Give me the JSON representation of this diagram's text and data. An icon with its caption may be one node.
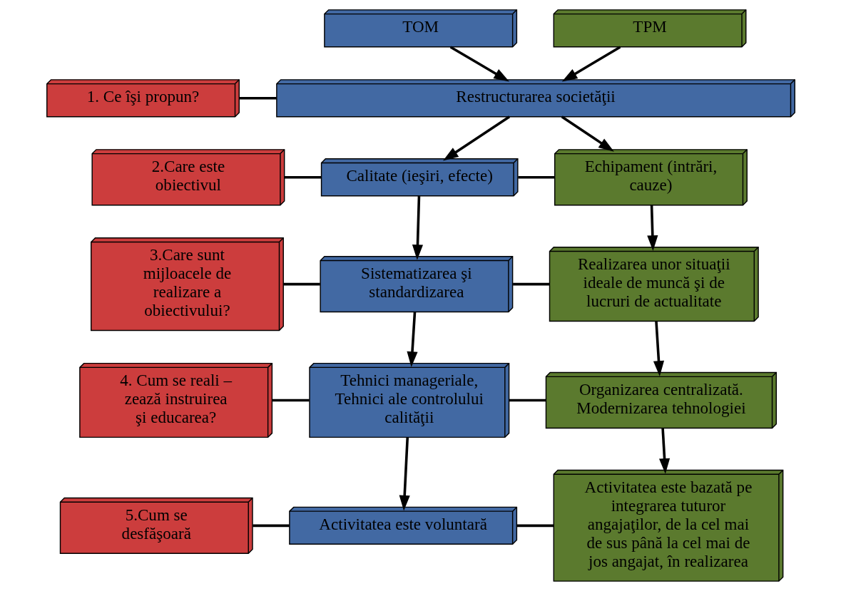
{
  "diagram": {
    "nodes": [
      {
        "text": [
          "TOM"
        ]
      },
      {
        "text": [
          "TPM"
        ]
      },
      {
        "text": [
          "1. Ce îşi propun?"
        ]
      },
      {
        "text": [
          "Restructurarea societăţii"
        ]
      },
      {
        "text": [
          "2.Care este obiectivul"
        ]
      },
      {
        "text": [
          "Calitate (ieşiri, efecte)"
        ]
      },
      {
        "text": [
          "Echipament (intrări, cauze)"
        ]
      },
      {
        "text": [
          "3.Care sunt mijloacele de realizare a obiectivului?"
        ]
      },
      {
        "text": [
          "Sistematizarea şi standardizarea"
        ]
      },
      {
        "text": [
          "Realizarea unor situaţii ideale de muncă şi de lucruri de actualitate"
        ]
      },
      {
        "text": [
          "4. Cum se reali – zează instruirea şi educarea?"
        ]
      },
      {
        "text": [
          "Tehnici manageriale, Tehnici ale controlului calităţii"
        ]
      },
      {
        "text": [
          "Organizarea centralizată. Modernizarea tehnologiei"
        ]
      },
      {
        "text": [
          "5.Cum se desfăşoară"
        ]
      },
      {
        "text": [
          "Activitatea este voluntară"
        ]
      },
      {
        "text": [
          "Activitatea este bazată pe integrarea tuturor angajaţilor, de la cel mai de sus până la cel mai de jos angajat, în realizarea"
        ]
      }
    ],
    "edges": [
      {
        "from": 0,
        "to": 3,
        "arrow": "to"
      },
      {
        "from": 1,
        "to": 3,
        "arrow": "to"
      },
      {
        "from": 2,
        "to": 3,
        "arrow": "none"
      },
      {
        "from": 3,
        "to": 5,
        "arrow": "to"
      },
      {
        "from": 3,
        "to": 6,
        "arrow": "to"
      },
      {
        "from": 4,
        "to": 5,
        "arrow": "none"
      },
      {
        "from": 5,
        "to": 6,
        "arrow": "none"
      },
      {
        "from": 5,
        "to": 8,
        "arrow": "to"
      },
      {
        "from": 6,
        "to": 9,
        "arrow": "to"
      },
      {
        "from": 7,
        "to": 8,
        "arrow": "none"
      },
      {
        "from": 8,
        "to": 9,
        "arrow": "none"
      },
      {
        "from": 8,
        "to": 11,
        "arrow": "to"
      },
      {
        "from": 9,
        "to": 12,
        "arrow": "to"
      },
      {
        "from": 10,
        "to": 11,
        "arrow": "none"
      },
      {
        "from": 11,
        "to": 12,
        "arrow": "none"
      },
      {
        "from": 11,
        "to": 14,
        "arrow": "to"
      },
      {
        "from": 12,
        "to": 15,
        "arrow": "to"
      },
      {
        "from": 13,
        "to": 14,
        "arrow": "none"
      },
      {
        "from": 14,
        "to": 15,
        "arrow": "none"
      }
    ]
  }
}
